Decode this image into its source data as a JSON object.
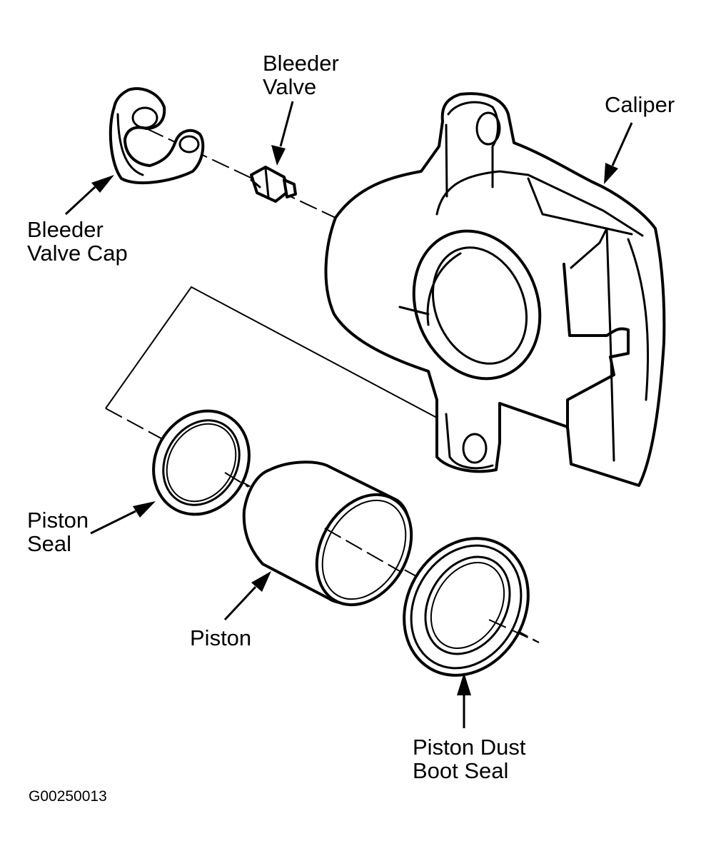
{
  "labels": {
    "bleeder_valve": [
      "Bleeder",
      "Valve"
    ],
    "caliper": [
      "Caliper"
    ],
    "bleeder_valve_cap": [
      "Bleeder",
      "Valve Cap"
    ],
    "piston_seal": [
      "Piston",
      "Seal"
    ],
    "piston": [
      "Piston"
    ],
    "piston_dust_boot_seal": [
      "Piston Dust",
      "Boot Seal"
    ]
  },
  "figure_code": "G00250013"
}
